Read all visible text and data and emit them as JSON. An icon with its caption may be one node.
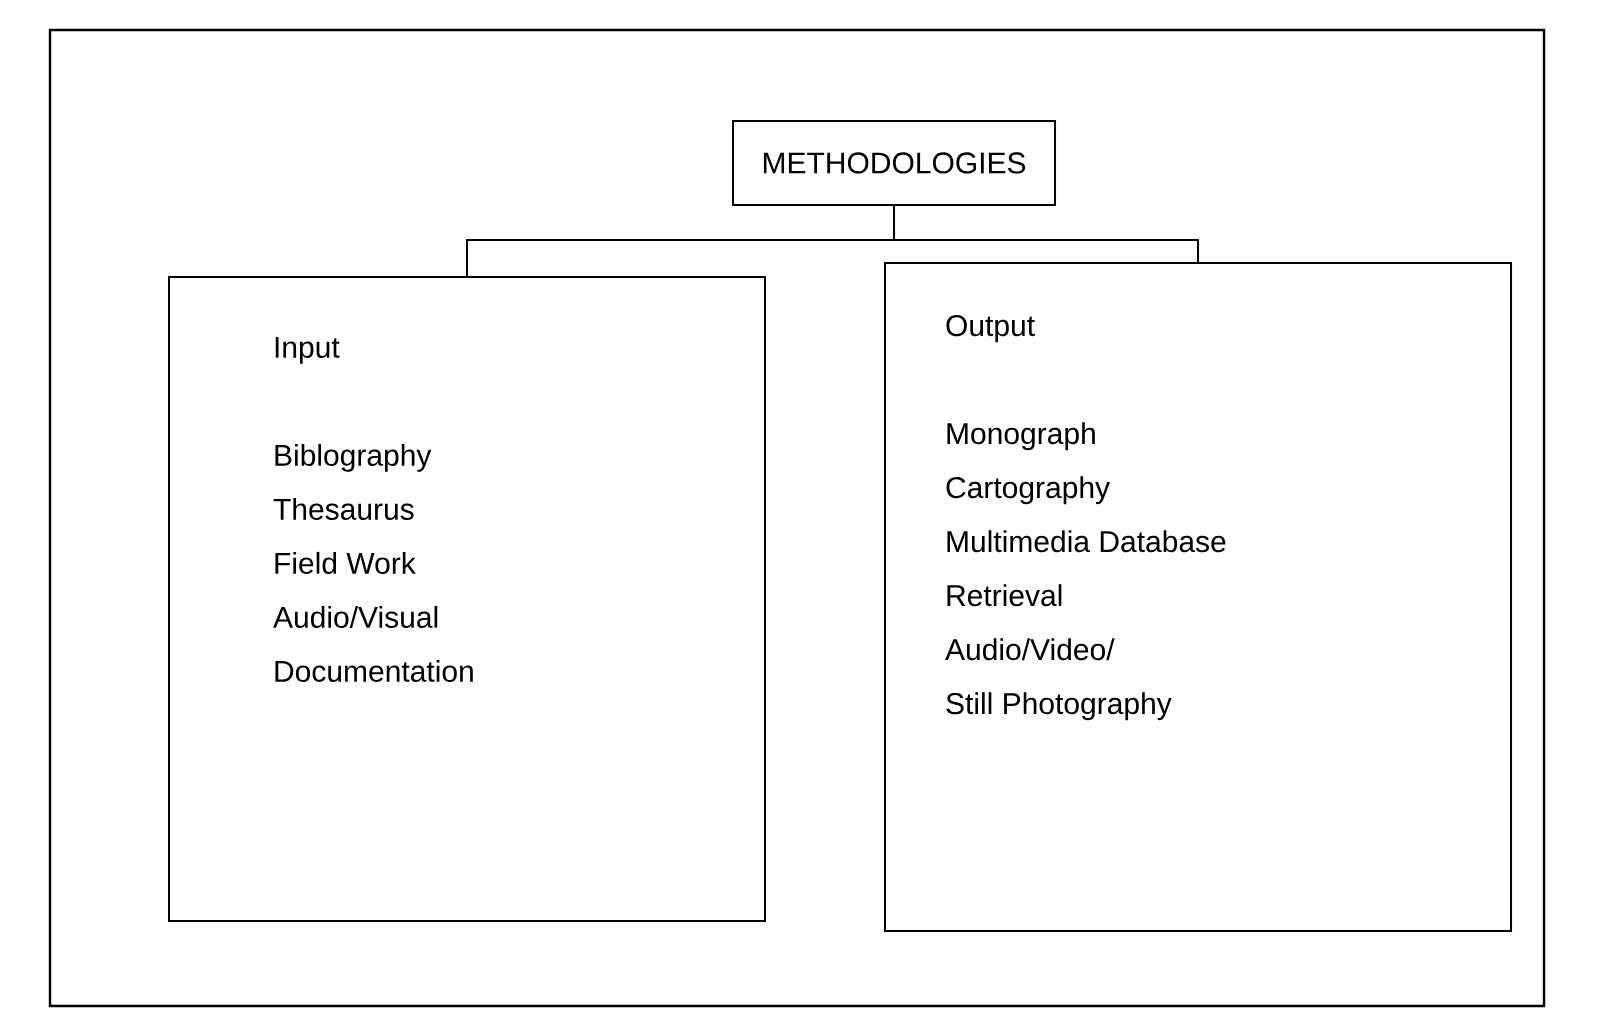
{
  "diagram": {
    "nodes": [
      {
        "text": [
          "METHODOLOGIES"
        ]
      },
      {
        "text": [
          "Input",
          "Biblography",
          "Thesaurus",
          "Field Work",
          "Audio/Visual",
          "Documentation"
        ]
      },
      {
        "text": [
          "Output",
          "Monograph",
          "Cartography",
          "Multimedia Database",
          "Retrieval",
          "Audio/Video/",
          "Still Photography"
        ]
      }
    ],
    "edges": [
      {
        "from": 0,
        "to": 1,
        "arrow": "none"
      },
      {
        "from": 0,
        "to": 2,
        "arrow": "none"
      }
    ]
  }
}
